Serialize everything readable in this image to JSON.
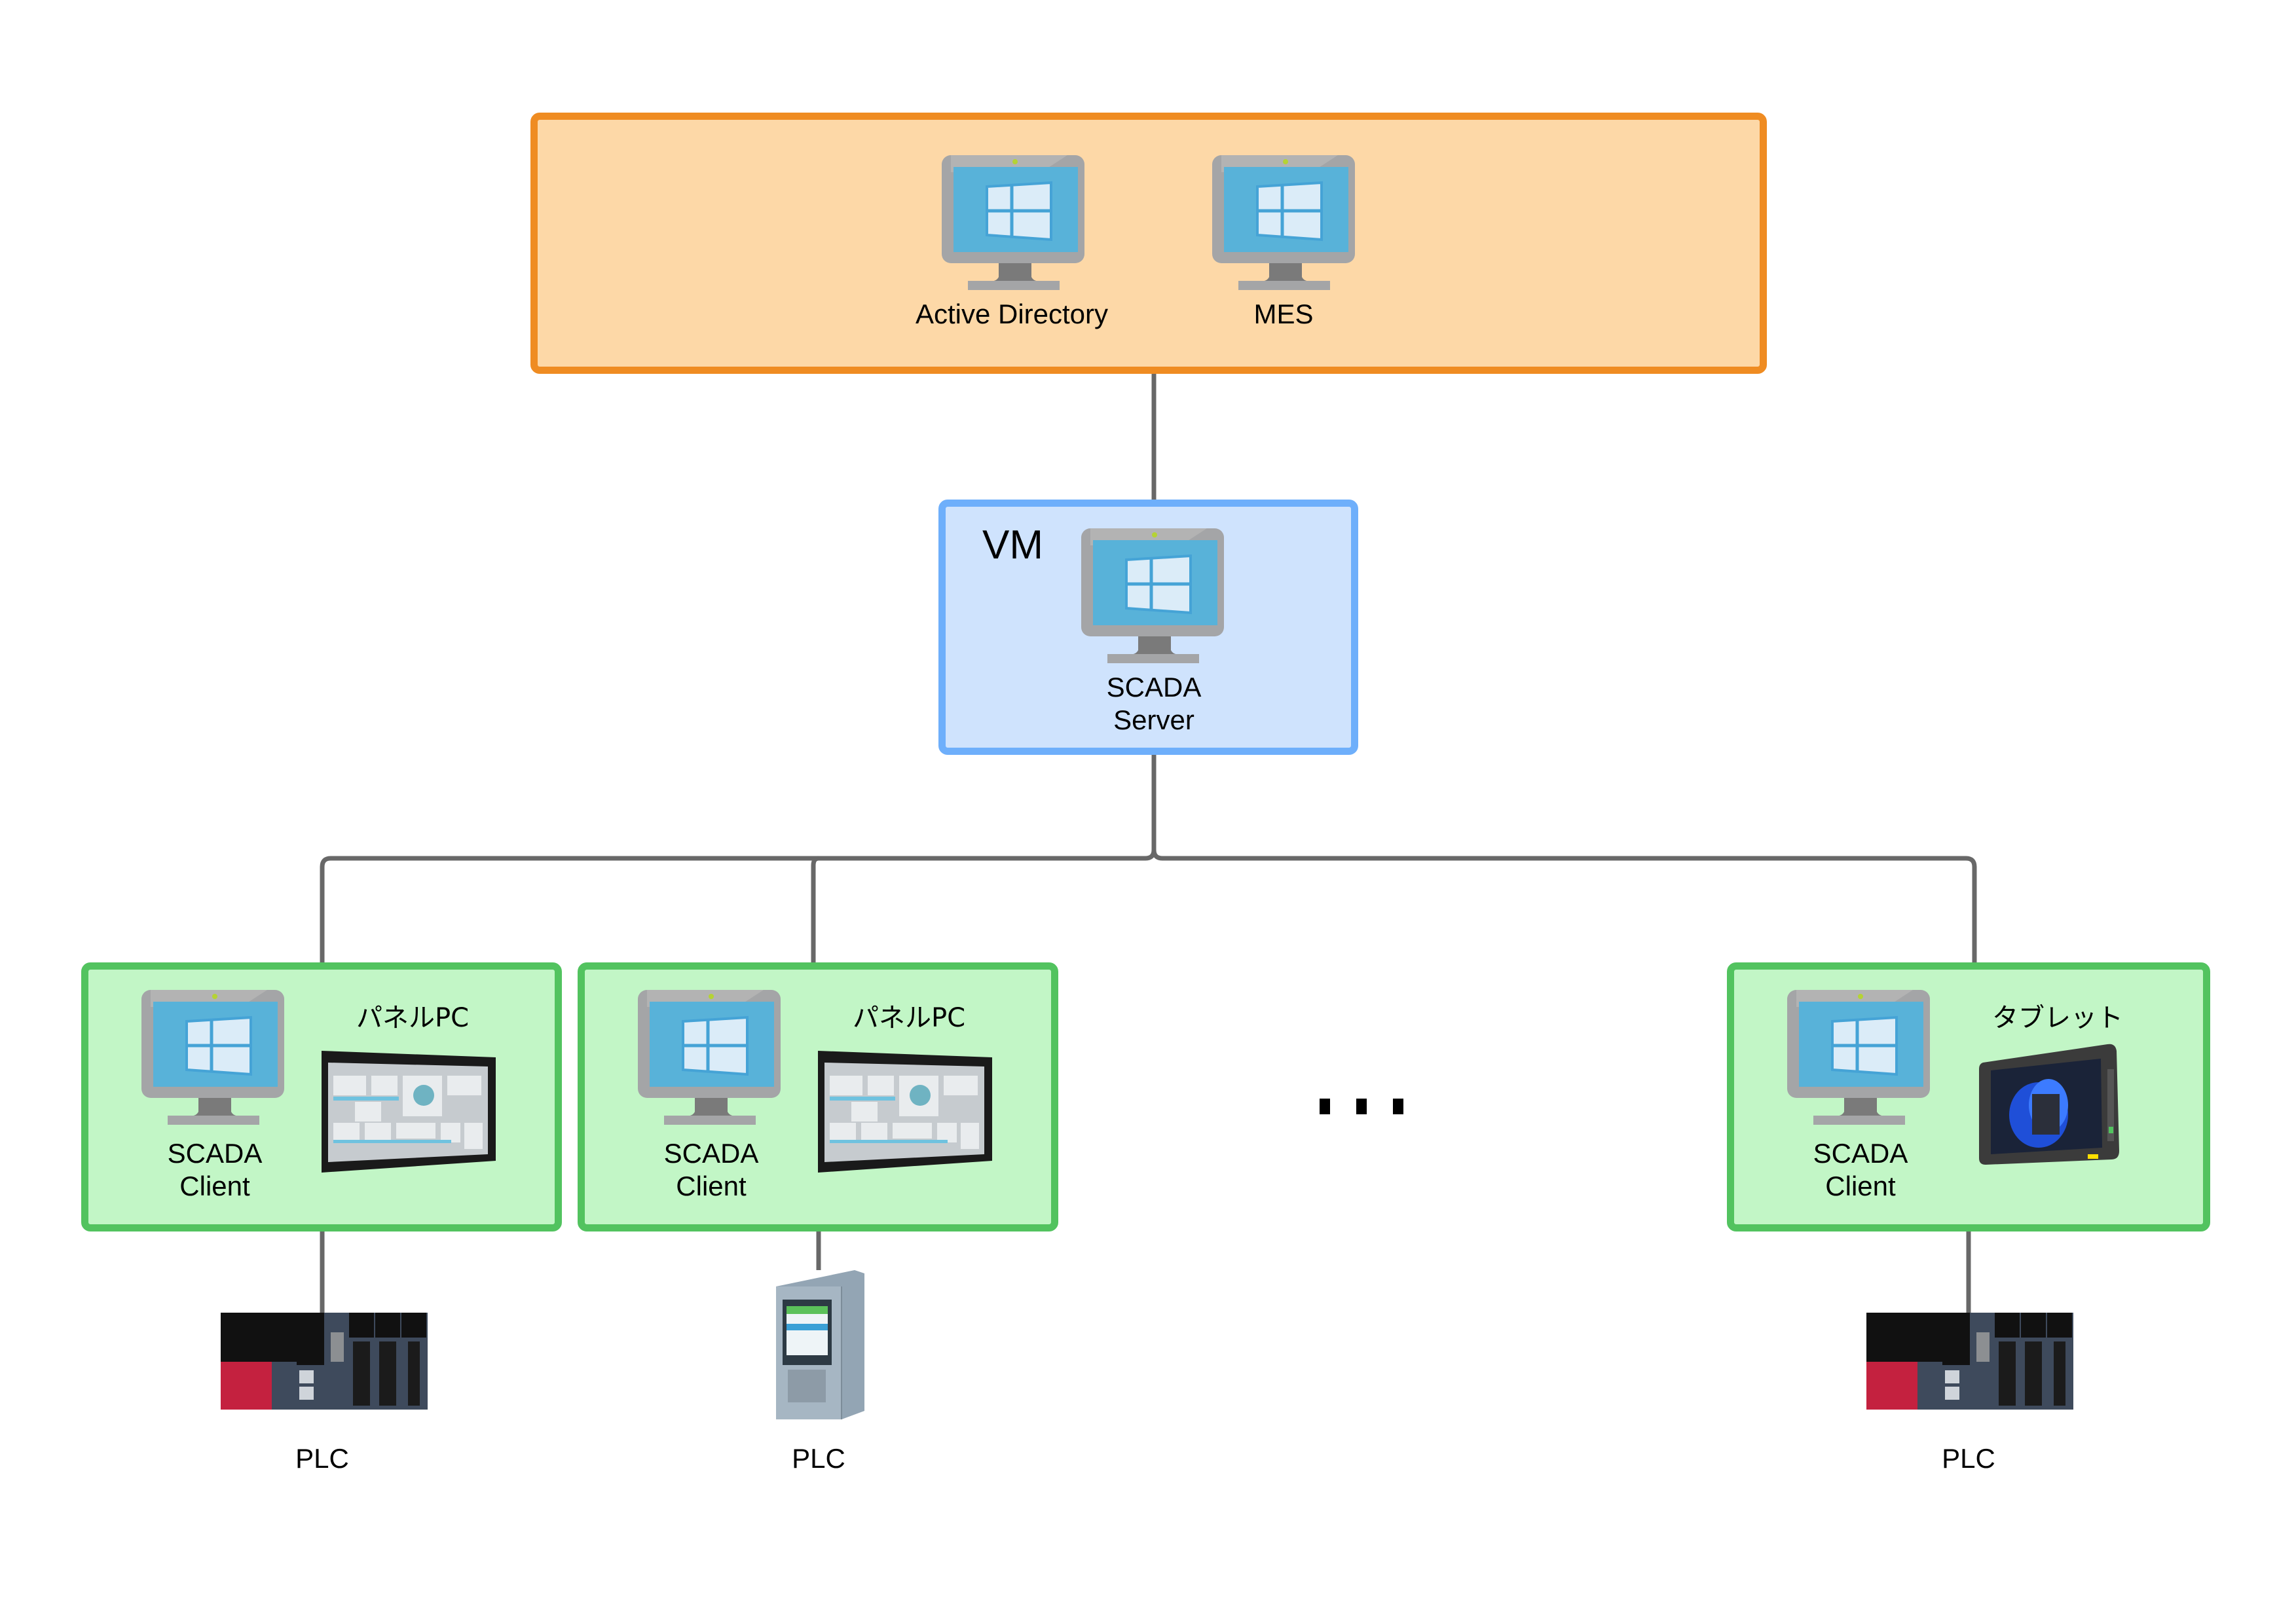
{
  "colors": {
    "enterprise_fill": "#fdd8a7",
    "enterprise_border": "#ef8c22",
    "vm_fill": "#cfe3fd",
    "vm_border": "#6eaffb",
    "client_fill": "#c2f6c6",
    "client_border": "#52c35f",
    "connector": "#686868",
    "monitor_screen": "#58b2d9"
  },
  "enterprise": {
    "nodes": [
      {
        "label": "Active Directory",
        "icon": "windows-pc-icon"
      },
      {
        "label": "MES",
        "icon": "windows-pc-icon"
      }
    ]
  },
  "vm": {
    "title": "VM",
    "node": {
      "label_line1": "SCADA",
      "label_line2": "Server",
      "icon": "windows-pc-icon"
    }
  },
  "clients": [
    {
      "client_label_line1": "SCADA",
      "client_label_line2": "Client",
      "device_label": "パネルPC",
      "device_icon": "panel-pc-icon",
      "plc_label": "PLC",
      "plc_icon": "plc-rack-icon"
    },
    {
      "client_label_line1": "SCADA",
      "client_label_line2": "Client",
      "device_label": "パネルPC",
      "device_icon": "panel-pc-icon",
      "plc_label": "PLC",
      "plc_icon": "plc-compact-icon"
    },
    {
      "client_label_line1": "SCADA",
      "client_label_line2": "Client",
      "device_label": "タブレット",
      "device_icon": "tablet-icon",
      "plc_label": "PLC",
      "plc_icon": "plc-rack-icon"
    }
  ],
  "ellipsis": "..."
}
